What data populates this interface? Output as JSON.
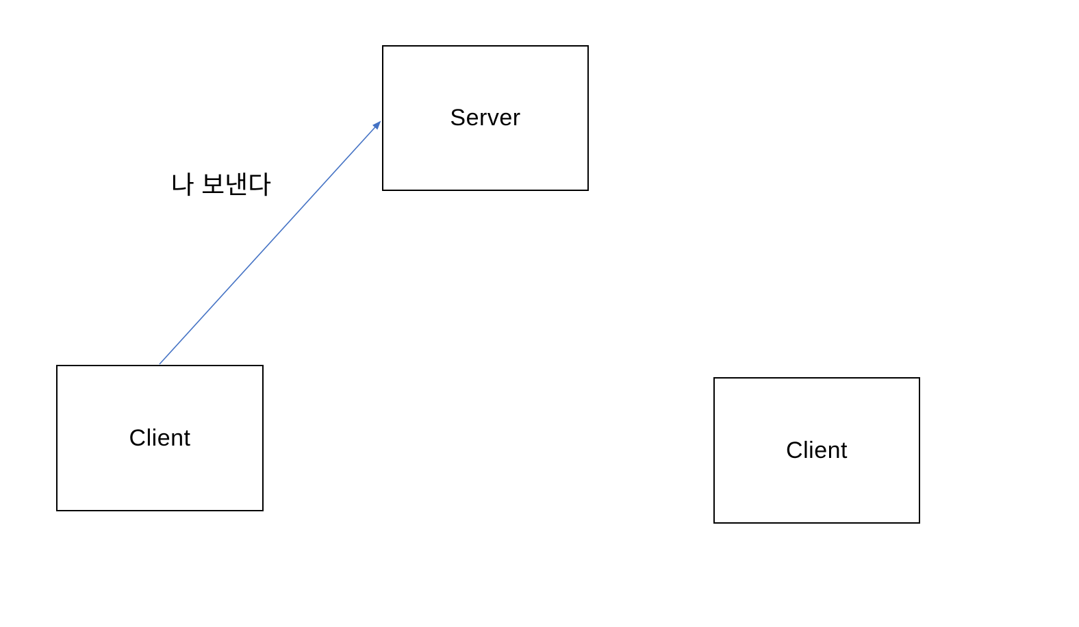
{
  "nodes": {
    "server": {
      "label": "Server"
    },
    "client_left": {
      "label": "Client"
    },
    "client_right": {
      "label": "Client"
    }
  },
  "edge": {
    "from": "client_left",
    "to": "server",
    "label": "나 보낸다",
    "color": "#4472C4"
  },
  "colors": {
    "node_border": "#000000",
    "node_fill": "#ffffff",
    "text": "#000000",
    "background": "#ffffff",
    "arrow": "#4472C4"
  }
}
